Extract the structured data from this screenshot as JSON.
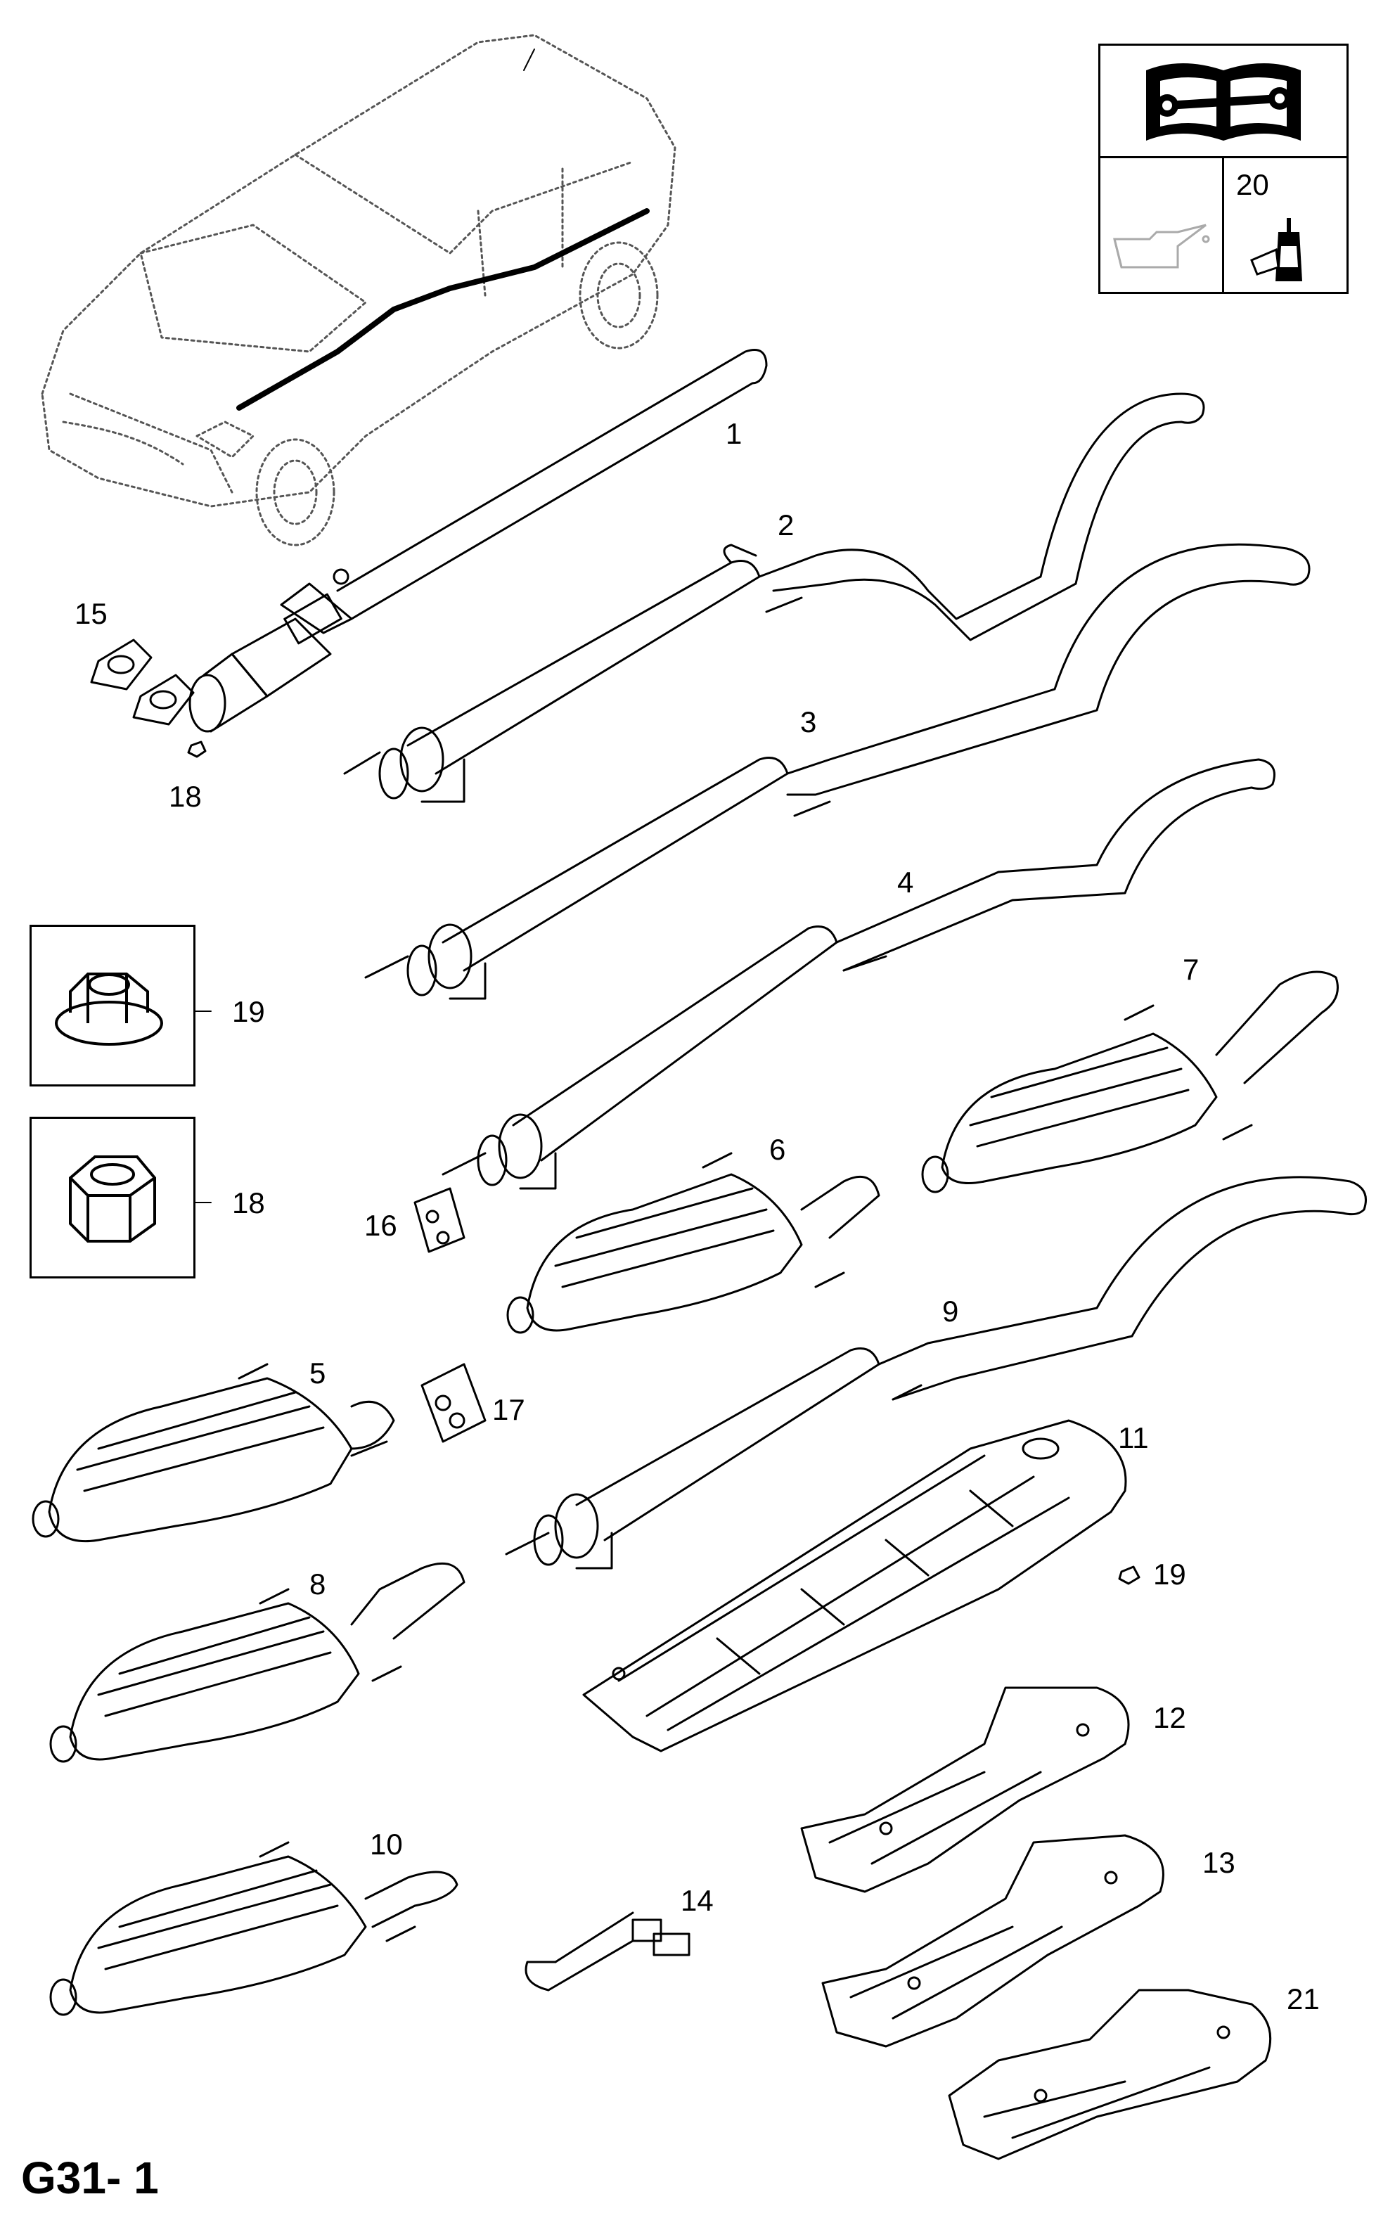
{
  "diagram": {
    "page_id": "G31- 1",
    "info_box": {
      "manual_icon": "manual-wrench-icon",
      "oil_icon": "oil-can-icon",
      "sealant_callout": "20",
      "sealant_icon": "sealant-bottle-icon"
    },
    "callouts": {
      "c1": "1",
      "c2": "2",
      "c3": "3",
      "c4": "4",
      "c5": "5",
      "c6": "6",
      "c7": "7",
      "c8": "8",
      "c9": "9",
      "c10": "10",
      "c11": "11",
      "c12": "12",
      "c13": "13",
      "c14": "14",
      "c15": "15",
      "c16": "16",
      "c17": "17",
      "c18a": "18",
      "c18b": "18",
      "c19a": "19",
      "c19b": "19",
      "c21": "21"
    },
    "detail_boxes": [
      {
        "callout": "19",
        "icon": "flange-nut-icon"
      },
      {
        "callout": "18",
        "icon": "hex-nut-icon"
      }
    ]
  }
}
